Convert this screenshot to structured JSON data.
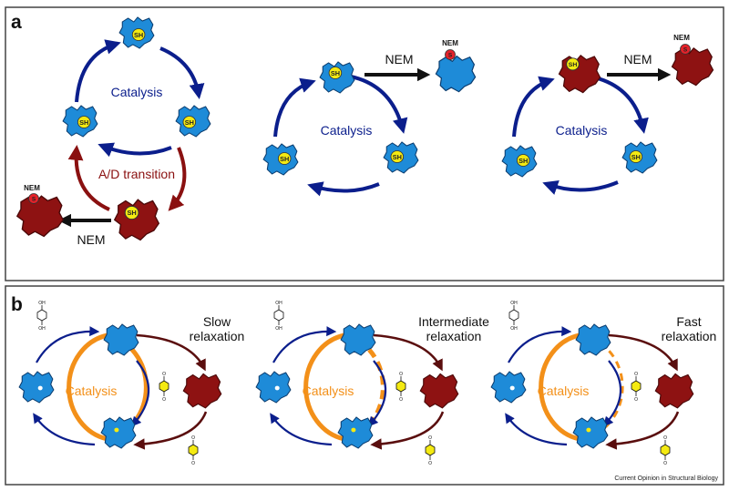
{
  "colors": {
    "arrow_blue": "#0b1e8c",
    "arrow_red": "#8a1010",
    "protein_blue": "#1e8bd8",
    "protein_red": "#8e1212",
    "catalysis_orange": "#f39019",
    "sh_yellow": "#f4ea12",
    "nem_red": "#e4222a",
    "panel_bg": "#ffffff",
    "frame": "#444444"
  },
  "panel_a": {
    "letter": "a",
    "catalysis_label": "Catalysis",
    "ad_transition_label": "A/D transition",
    "nem_label": "NEM",
    "nem_tag": "NEM",
    "sh_label": "SH",
    "s_label": "S"
  },
  "panel_b": {
    "letter": "b",
    "catalysis_label": "Catalysis",
    "cycles": [
      {
        "relax_line1": "Slow",
        "relax_line2": "relaxation"
      },
      {
        "relax_line1": "Intermediate",
        "relax_line2": "relaxation"
      },
      {
        "relax_line1": "Fast",
        "relax_line2": "relaxation"
      }
    ],
    "oh_label": "OH",
    "o_label": "O"
  },
  "credit": "Current Opinion in Structural Biology",
  "icons": [
    "enzyme-blob-icon",
    "sh-group-icon",
    "nem-adduct-icon",
    "hydroquinone-icon",
    "quinone-icon"
  ]
}
